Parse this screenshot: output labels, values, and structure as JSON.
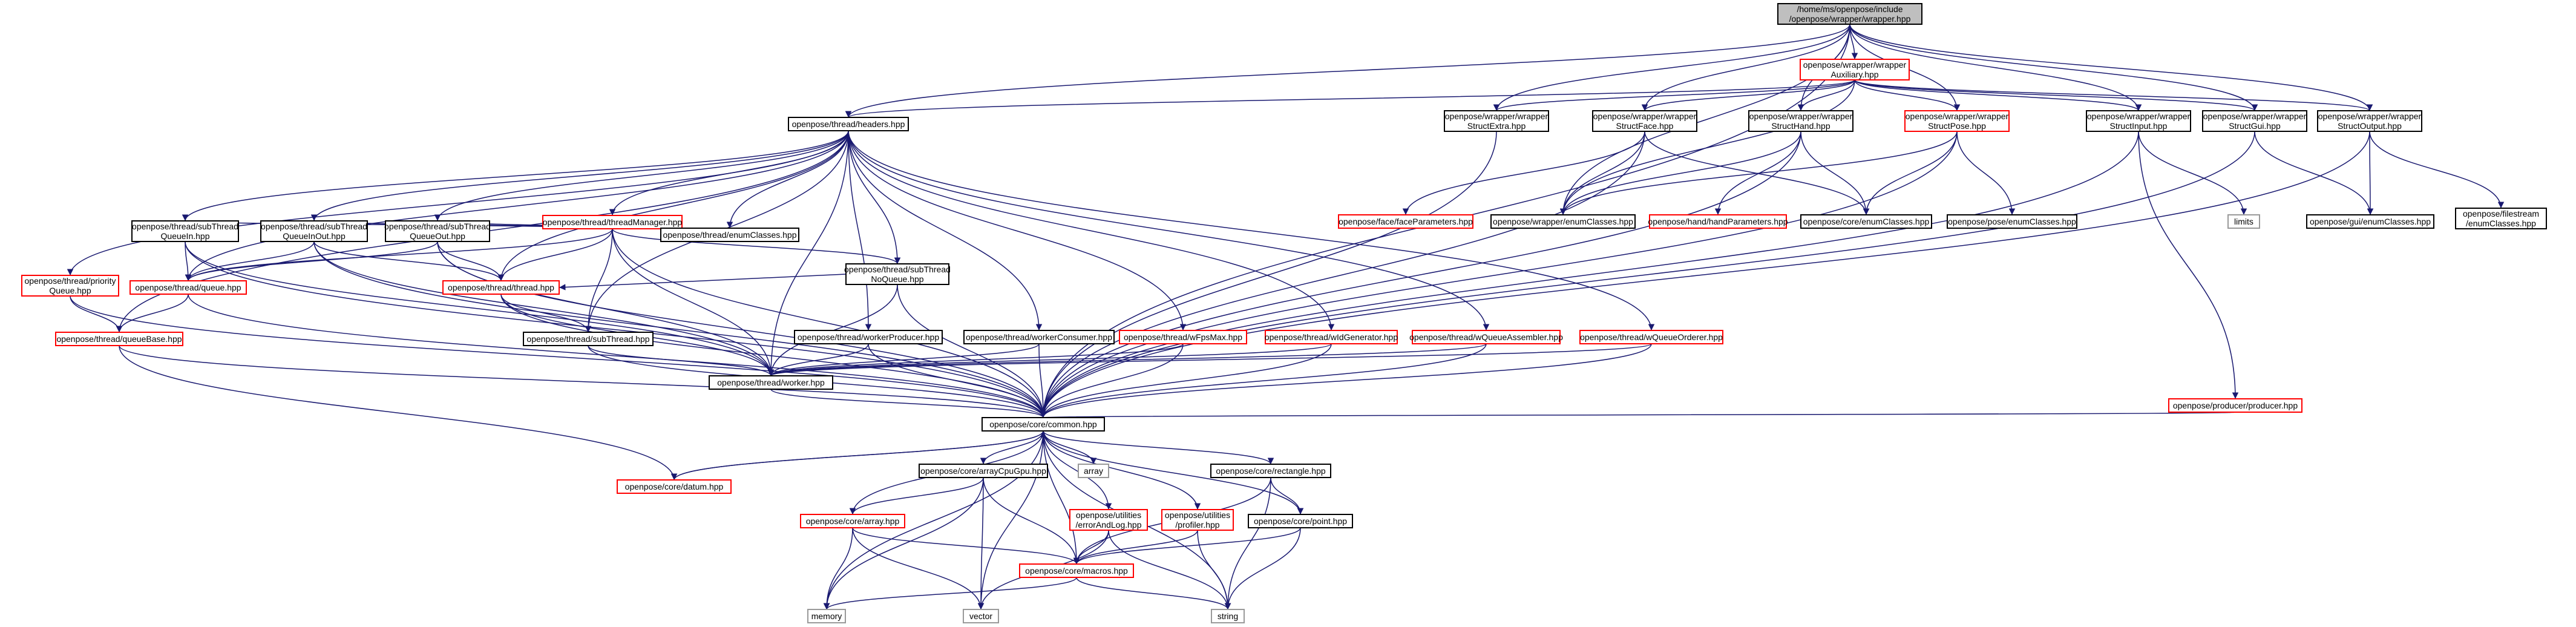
{
  "nodes": [
    {
      "id": "root",
      "lines": [
        "/home/ms/openpose/include",
        "/openpose/wrapper/wrapper.hpp"
      ],
      "kind": "root"
    },
    {
      "id": "wrapperAuxiliary",
      "lines": [
        "openpose/wrapper/wrapper",
        "Auxiliary.hpp"
      ],
      "kind": "red"
    },
    {
      "id": "threadHeaders",
      "lines": [
        "openpose/thread/headers.hpp"
      ],
      "kind": "black"
    },
    {
      "id": "wrapperStructExtra",
      "lines": [
        "openpose/wrapper/wrapper",
        "StructExtra.hpp"
      ],
      "kind": "black"
    },
    {
      "id": "wrapperStructFace",
      "lines": [
        "openpose/wrapper/wrapper",
        "StructFace.hpp"
      ],
      "kind": "black"
    },
    {
      "id": "wrapperStructHand",
      "lines": [
        "openpose/wrapper/wrapper",
        "StructHand.hpp"
      ],
      "kind": "black"
    },
    {
      "id": "wrapperStructPose",
      "lines": [
        "openpose/wrapper/wrapper",
        "StructPose.hpp"
      ],
      "kind": "red"
    },
    {
      "id": "wrapperStructInput",
      "lines": [
        "openpose/wrapper/wrapper",
        "StructInput.hpp"
      ],
      "kind": "black"
    },
    {
      "id": "wrapperStructGui",
      "lines": [
        "openpose/wrapper/wrapper",
        "StructGui.hpp"
      ],
      "kind": "black"
    },
    {
      "id": "wrapperStructOutput",
      "lines": [
        "openpose/wrapper/wrapper",
        "StructOutput.hpp"
      ],
      "kind": "black"
    },
    {
      "id": "threadManager",
      "lines": [
        "openpose/thread/threadManager.hpp"
      ],
      "kind": "red"
    },
    {
      "id": "faceParameters",
      "lines": [
        "openpose/face/faceParameters.hpp"
      ],
      "kind": "red"
    },
    {
      "id": "wrapperEnumClasses",
      "lines": [
        "openpose/wrapper/enumClasses.hpp"
      ],
      "kind": "black"
    },
    {
      "id": "handParameters",
      "lines": [
        "openpose/hand/handParameters.hpp"
      ],
      "kind": "red"
    },
    {
      "id": "coreEnumClasses",
      "lines": [
        "openpose/core/enumClasses.hpp"
      ],
      "kind": "black"
    },
    {
      "id": "poseEnumClasses",
      "lines": [
        "openpose/pose/enumClasses.hpp"
      ],
      "kind": "black"
    },
    {
      "id": "limits",
      "lines": [
        "limits"
      ],
      "kind": "gray"
    },
    {
      "id": "guiEnumClasses",
      "lines": [
        "openpose/gui/enumClasses.hpp"
      ],
      "kind": "black"
    },
    {
      "id": "filestreamEnumClasses",
      "lines": [
        "openpose/filestream",
        "/enumClasses.hpp"
      ],
      "kind": "black"
    },
    {
      "id": "subThreadQueueIn",
      "lines": [
        "openpose/thread/subThread",
        "QueueIn.hpp"
      ],
      "kind": "black"
    },
    {
      "id": "subThreadQueueInOut",
      "lines": [
        "openpose/thread/subThread",
        "QueueInOut.hpp"
      ],
      "kind": "black"
    },
    {
      "id": "subThreadQueueOut",
      "lines": [
        "openpose/thread/subThread",
        "QueueOut.hpp"
      ],
      "kind": "black"
    },
    {
      "id": "threadEnumClasses",
      "lines": [
        "openpose/thread/enumClasses.hpp"
      ],
      "kind": "black"
    },
    {
      "id": "subThreadNoQueue",
      "lines": [
        "openpose/thread/subThread",
        "NoQueue.hpp"
      ],
      "kind": "black"
    },
    {
      "id": "priorityQueue",
      "lines": [
        "openpose/thread/priority",
        "Queue.hpp"
      ],
      "kind": "red"
    },
    {
      "id": "threadQueue",
      "lines": [
        "openpose/thread/queue.hpp"
      ],
      "kind": "red"
    },
    {
      "id": "threadThread",
      "lines": [
        "openpose/thread/thread.hpp"
      ],
      "kind": "red"
    },
    {
      "id": "queueBase",
      "lines": [
        "openpose/thread/queueBase.hpp"
      ],
      "kind": "red"
    },
    {
      "id": "subThread",
      "lines": [
        "openpose/thread/subThread.hpp"
      ],
      "kind": "black"
    },
    {
      "id": "workerProducer",
      "lines": [
        "openpose/thread/workerProducer.hpp"
      ],
      "kind": "black"
    },
    {
      "id": "workerConsumer",
      "lines": [
        "openpose/thread/workerConsumer.hpp"
      ],
      "kind": "black"
    },
    {
      "id": "wFpsMax",
      "lines": [
        "openpose/thread/wFpsMax.hpp"
      ],
      "kind": "red"
    },
    {
      "id": "wIdGenerator",
      "lines": [
        "openpose/thread/wIdGenerator.hpp"
      ],
      "kind": "red"
    },
    {
      "id": "wQueueAssembler",
      "lines": [
        "openpose/thread/wQueueAssembler.hpp"
      ],
      "kind": "red"
    },
    {
      "id": "wQueueOrderer",
      "lines": [
        "openpose/thread/wQueueOrderer.hpp"
      ],
      "kind": "red"
    },
    {
      "id": "producer",
      "lines": [
        "openpose/producer/producer.hpp"
      ],
      "kind": "red"
    },
    {
      "id": "worker",
      "lines": [
        "openpose/thread/worker.hpp"
      ],
      "kind": "black"
    },
    {
      "id": "coreCommon",
      "lines": [
        "openpose/core/common.hpp"
      ],
      "kind": "black"
    },
    {
      "id": "datum",
      "lines": [
        "openpose/core/datum.hpp"
      ],
      "kind": "red"
    },
    {
      "id": "arrayCpuGpu",
      "lines": [
        "openpose/core/arrayCpuGpu.hpp"
      ],
      "kind": "black"
    },
    {
      "id": "array",
      "lines": [
        "array"
      ],
      "kind": "gray"
    },
    {
      "id": "rectangle",
      "lines": [
        "openpose/core/rectangle.hpp"
      ],
      "kind": "black"
    },
    {
      "id": "coreArray",
      "lines": [
        "openpose/core/array.hpp"
      ],
      "kind": "red"
    },
    {
      "id": "errorAndLog",
      "lines": [
        "openpose/utilities",
        "/errorAndLog.hpp"
      ],
      "kind": "red"
    },
    {
      "id": "profiler",
      "lines": [
        "openpose/utilities",
        "/profiler.hpp"
      ],
      "kind": "red"
    },
    {
      "id": "corePoint",
      "lines": [
        "openpose/core/point.hpp"
      ],
      "kind": "black"
    },
    {
      "id": "macros",
      "lines": [
        "openpose/core/macros.hpp"
      ],
      "kind": "red"
    },
    {
      "id": "memory",
      "lines": [
        "memory"
      ],
      "kind": "gray"
    },
    {
      "id": "vector",
      "lines": [
        "vector"
      ],
      "kind": "gray"
    },
    {
      "id": "string",
      "lines": [
        "string"
      ],
      "kind": "gray"
    }
  ],
  "edges": [
    [
      "root",
      "wrapperAuxiliary"
    ],
    [
      "root",
      "threadHeaders"
    ],
    [
      "root",
      "wrapperStructExtra"
    ],
    [
      "root",
      "wrapperStructFace"
    ],
    [
      "root",
      "wrapperStructHand"
    ],
    [
      "root",
      "wrapperStructPose"
    ],
    [
      "root",
      "wrapperStructInput"
    ],
    [
      "root",
      "wrapperStructGui"
    ],
    [
      "root",
      "wrapperStructOutput"
    ],
    [
      "root",
      "wrapperEnumClasses"
    ],
    [
      "root",
      "coreCommon"
    ],
    [
      "wrapperAuxiliary",
      "threadHeaders"
    ],
    [
      "wrapperAuxiliary",
      "wrapperStructExtra"
    ],
    [
      "wrapperAuxiliary",
      "wrapperStructFace"
    ],
    [
      "wrapperAuxiliary",
      "wrapperStructHand"
    ],
    [
      "wrapperAuxiliary",
      "wrapperStructPose"
    ],
    [
      "wrapperAuxiliary",
      "wrapperStructInput"
    ],
    [
      "wrapperAuxiliary",
      "wrapperStructGui"
    ],
    [
      "wrapperAuxiliary",
      "wrapperStructOutput"
    ],
    [
      "wrapperAuxiliary",
      "wrapperEnumClasses"
    ],
    [
      "threadHeaders",
      "threadManager"
    ],
    [
      "threadHeaders",
      "subThreadQueueIn"
    ],
    [
      "threadHeaders",
      "subThreadQueueInOut"
    ],
    [
      "threadHeaders",
      "subThreadQueueOut"
    ],
    [
      "threadHeaders",
      "threadEnumClasses"
    ],
    [
      "threadHeaders",
      "subThreadNoQueue"
    ],
    [
      "threadHeaders",
      "priorityQueue"
    ],
    [
      "threadHeaders",
      "threadQueue"
    ],
    [
      "threadHeaders",
      "threadThread"
    ],
    [
      "threadHeaders",
      "queueBase"
    ],
    [
      "threadHeaders",
      "subThread"
    ],
    [
      "threadHeaders",
      "workerProducer"
    ],
    [
      "threadHeaders",
      "workerConsumer"
    ],
    [
      "threadHeaders",
      "wFpsMax"
    ],
    [
      "threadHeaders",
      "wIdGenerator"
    ],
    [
      "threadHeaders",
      "wQueueAssembler"
    ],
    [
      "threadHeaders",
      "wQueueOrderer"
    ],
    [
      "threadHeaders",
      "worker"
    ],
    [
      "wrapperStructExtra",
      "coreCommon"
    ],
    [
      "wrapperStructFace",
      "faceParameters"
    ],
    [
      "wrapperStructFace",
      "wrapperEnumClasses"
    ],
    [
      "wrapperStructFace",
      "coreEnumClasses"
    ],
    [
      "wrapperStructFace",
      "coreCommon"
    ],
    [
      "wrapperStructHand",
      "handParameters"
    ],
    [
      "wrapperStructHand",
      "wrapperEnumClasses"
    ],
    [
      "wrapperStructHand",
      "coreEnumClasses"
    ],
    [
      "wrapperStructHand",
      "coreCommon"
    ],
    [
      "wrapperStructPose",
      "wrapperEnumClasses"
    ],
    [
      "wrapperStructPose",
      "coreEnumClasses"
    ],
    [
      "wrapperStructPose",
      "poseEnumClasses"
    ],
    [
      "wrapperStructPose",
      "coreCommon"
    ],
    [
      "wrapperStructInput",
      "limits"
    ],
    [
      "wrapperStructInput",
      "producer"
    ],
    [
      "wrapperStructInput",
      "coreCommon"
    ],
    [
      "wrapperStructGui",
      "guiEnumClasses"
    ],
    [
      "wrapperStructGui",
      "coreCommon"
    ],
    [
      "wrapperStructOutput",
      "guiEnumClasses"
    ],
    [
      "wrapperStructOutput",
      "filestreamEnumClasses"
    ],
    [
      "wrapperStructOutput",
      "coreCommon"
    ],
    [
      "threadManager",
      "subThreadQueueIn"
    ],
    [
      "threadManager",
      "subThreadQueueInOut"
    ],
    [
      "threadManager",
      "subThreadQueueOut"
    ],
    [
      "threadManager",
      "threadEnumClasses"
    ],
    [
      "threadManager",
      "subThreadNoQueue"
    ],
    [
      "threadManager",
      "threadQueue"
    ],
    [
      "threadManager",
      "threadThread"
    ],
    [
      "threadManager",
      "subThread"
    ],
    [
      "threadManager",
      "worker"
    ],
    [
      "threadManager",
      "coreCommon"
    ],
    [
      "subThreadQueueIn",
      "threadQueue"
    ],
    [
      "subThreadQueueIn",
      "worker"
    ],
    [
      "subThreadQueueIn",
      "coreCommon"
    ],
    [
      "subThreadQueueInOut",
      "threadQueue"
    ],
    [
      "subThreadQueueInOut",
      "threadThread"
    ],
    [
      "subThreadQueueInOut",
      "worker"
    ],
    [
      "subThreadQueueInOut",
      "coreCommon"
    ],
    [
      "subThreadQueueOut",
      "threadQueue"
    ],
    [
      "subThreadQueueOut",
      "threadThread"
    ],
    [
      "subThreadQueueOut",
      "worker"
    ],
    [
      "subThreadQueueOut",
      "coreCommon"
    ],
    [
      "subThreadNoQueue",
      "threadThread"
    ],
    [
      "subThreadNoQueue",
      "worker"
    ],
    [
      "subThreadNoQueue",
      "coreCommon"
    ],
    [
      "priorityQueue",
      "queueBase"
    ],
    [
      "priorityQueue",
      "coreCommon"
    ],
    [
      "threadQueue",
      "queueBase"
    ],
    [
      "threadQueue",
      "coreCommon"
    ],
    [
      "threadThread",
      "subThread"
    ],
    [
      "threadThread",
      "worker"
    ],
    [
      "threadThread",
      "coreCommon"
    ],
    [
      "queueBase",
      "coreCommon"
    ],
    [
      "queueBase",
      "datum"
    ],
    [
      "subThread",
      "worker"
    ],
    [
      "subThread",
      "coreCommon"
    ],
    [
      "workerProducer",
      "worker"
    ],
    [
      "workerProducer",
      "coreCommon"
    ],
    [
      "workerConsumer",
      "worker"
    ],
    [
      "workerConsumer",
      "coreCommon"
    ],
    [
      "wFpsMax",
      "worker"
    ],
    [
      "wFpsMax",
      "coreCommon"
    ],
    [
      "wIdGenerator",
      "worker"
    ],
    [
      "wIdGenerator",
      "coreCommon"
    ],
    [
      "wQueueAssembler",
      "worker"
    ],
    [
      "wQueueAssembler",
      "coreCommon"
    ],
    [
      "wQueueOrderer",
      "worker"
    ],
    [
      "wQueueOrderer",
      "coreCommon"
    ],
    [
      "producer",
      "coreCommon"
    ],
    [
      "worker",
      "coreCommon"
    ],
    [
      "coreCommon",
      "datum"
    ],
    [
      "coreCommon",
      "arrayCpuGpu"
    ],
    [
      "coreCommon",
      "array"
    ],
    [
      "coreCommon",
      "rectangle"
    ],
    [
      "coreCommon",
      "coreArray"
    ],
    [
      "coreCommon",
      "errorAndLog"
    ],
    [
      "coreCommon",
      "profiler"
    ],
    [
      "coreCommon",
      "corePoint"
    ],
    [
      "coreCommon",
      "macros"
    ],
    [
      "coreCommon",
      "memory"
    ],
    [
      "coreCommon",
      "vector"
    ],
    [
      "coreCommon",
      "string"
    ],
    [
      "datum",
      "coreCommon"
    ],
    [
      "arrayCpuGpu",
      "coreArray"
    ],
    [
      "arrayCpuGpu",
      "macros"
    ],
    [
      "arrayCpuGpu",
      "memory"
    ],
    [
      "arrayCpuGpu",
      "vector"
    ],
    [
      "rectangle",
      "corePoint"
    ],
    [
      "rectangle",
      "macros"
    ],
    [
      "rectangle",
      "string"
    ],
    [
      "coreArray",
      "macros"
    ],
    [
      "coreArray",
      "memory"
    ],
    [
      "coreArray",
      "vector"
    ],
    [
      "errorAndLog",
      "macros"
    ],
    [
      "errorAndLog",
      "vector"
    ],
    [
      "errorAndLog",
      "string"
    ],
    [
      "profiler",
      "macros"
    ],
    [
      "profiler",
      "string"
    ],
    [
      "corePoint",
      "macros"
    ],
    [
      "corePoint",
      "string"
    ],
    [
      "macros",
      "memory"
    ],
    [
      "macros",
      "string"
    ]
  ]
}
